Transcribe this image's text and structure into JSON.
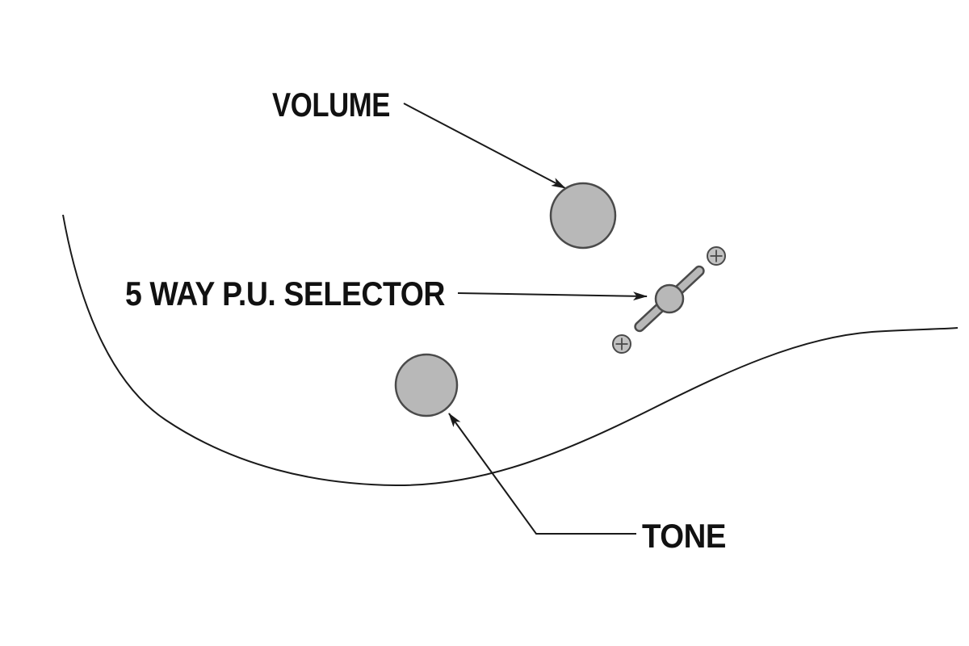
{
  "diagram": {
    "title": "guitar-controls-diagram",
    "labels": {
      "volume": "VOLUME",
      "selector": "5 WAY P.U. SELECTOR",
      "tone": "TONE"
    },
    "colors": {
      "background": "#ffffff",
      "line": "#1a1a1a",
      "text": "#111111",
      "knob_fill": "#b8b8b8",
      "knob_stroke": "#4a4a4a",
      "screw_fill": "#c2c2c2"
    }
  }
}
